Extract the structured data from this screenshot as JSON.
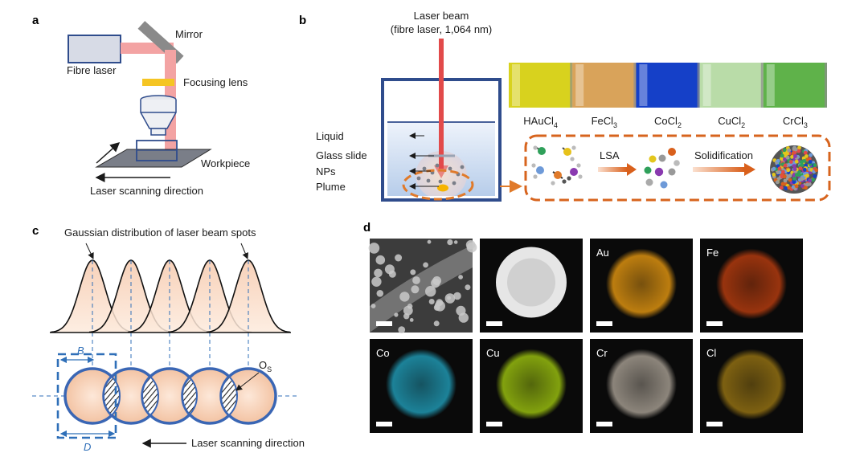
{
  "panels": {
    "a": {
      "label": "a",
      "mirror": "Mirror",
      "fibre_laser": "Fibre laser",
      "focusing_lens": "Focusing lens",
      "workpiece": "Workpiece",
      "scan_dir": "Laser scanning direction"
    },
    "b": {
      "label": "b",
      "beam_line1": "Laser beam",
      "beam_line2": "(fibre laser, 1,064 nm)",
      "liquid": "Liquid",
      "glass_slide": "Glass slide",
      "nps": "NPs",
      "plume": "Plume",
      "lsa": "LSA",
      "solidification": "Solidification",
      "solutions": [
        {
          "base": "HAuCl",
          "sub": "4",
          "color": "#d8d21e"
        },
        {
          "base": "FeCl",
          "sub": "3",
          "color": "#d9a35a"
        },
        {
          "base": "CoCl",
          "sub": "2",
          "color": "#1540c8"
        },
        {
          "base": "CuCl",
          "sub": "2",
          "color": "#b9dca8"
        },
        {
          "base": "CrCl",
          "sub": "3",
          "color": "#5fb24a"
        }
      ]
    },
    "c": {
      "label": "c",
      "gaussian": "Gaussian distribution of laser beam spots",
      "B": "B",
      "D": "D",
      "Os": "O",
      "Os_sub": "S",
      "scan_dir": "Laser scanning direction"
    },
    "d": {
      "label": "d",
      "maps_top": [
        {
          "element": "",
          "kind": "sem"
        },
        {
          "element": "",
          "kind": "haadf"
        },
        {
          "element": "Au",
          "color": "#d08a10"
        },
        {
          "element": "Fe",
          "color": "#a8380e"
        }
      ],
      "maps_bottom": [
        {
          "element": "Co",
          "color": "#1e8fa8"
        },
        {
          "element": "Cu",
          "color": "#8fb20e"
        },
        {
          "element": "Cr",
          "color": "#9a9287"
        },
        {
          "element": "Cl",
          "color": "#8a6a12"
        }
      ]
    }
  }
}
